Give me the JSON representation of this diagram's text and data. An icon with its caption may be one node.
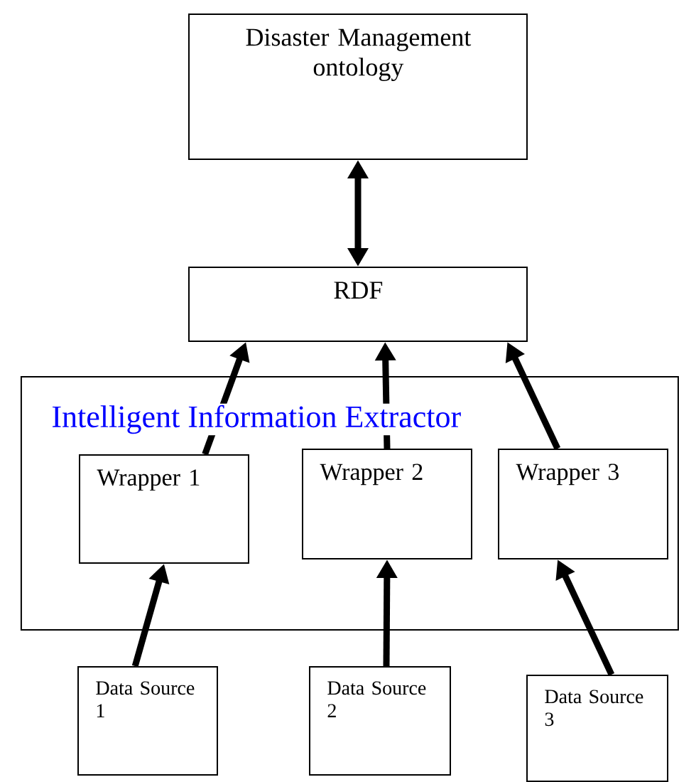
{
  "diagram": {
    "nodes": [
      {
        "text": [
          "Disaster Management ontology"
        ]
      },
      {
        "text": [
          "RDF"
        ]
      },
      {
        "text": [
          "Intelligent Information Extractor"
        ]
      },
      {
        "text": [
          "Wrapper 1"
        ],
        "in": 2
      },
      {
        "text": [
          "Wrapper 2"
        ],
        "in": 2
      },
      {
        "text": [
          "Wrapper 3"
        ],
        "in": 2
      },
      {
        "text": [
          "Data Source 1"
        ]
      },
      {
        "text": [
          "Data Source 2"
        ]
      },
      {
        "text": [
          "Data Source 3"
        ]
      }
    ],
    "edges": [
      {
        "from": 0,
        "to": 1,
        "arrow": "both"
      },
      {
        "from": 3,
        "to": 1,
        "arrow": "to"
      },
      {
        "from": 4,
        "to": 1,
        "arrow": "to"
      },
      {
        "from": 5,
        "to": 1,
        "arrow": "to"
      },
      {
        "from": 6,
        "to": 3,
        "arrow": "to"
      },
      {
        "from": 7,
        "to": 4,
        "arrow": "to"
      },
      {
        "from": 8,
        "to": 5,
        "arrow": "to"
      }
    ]
  }
}
